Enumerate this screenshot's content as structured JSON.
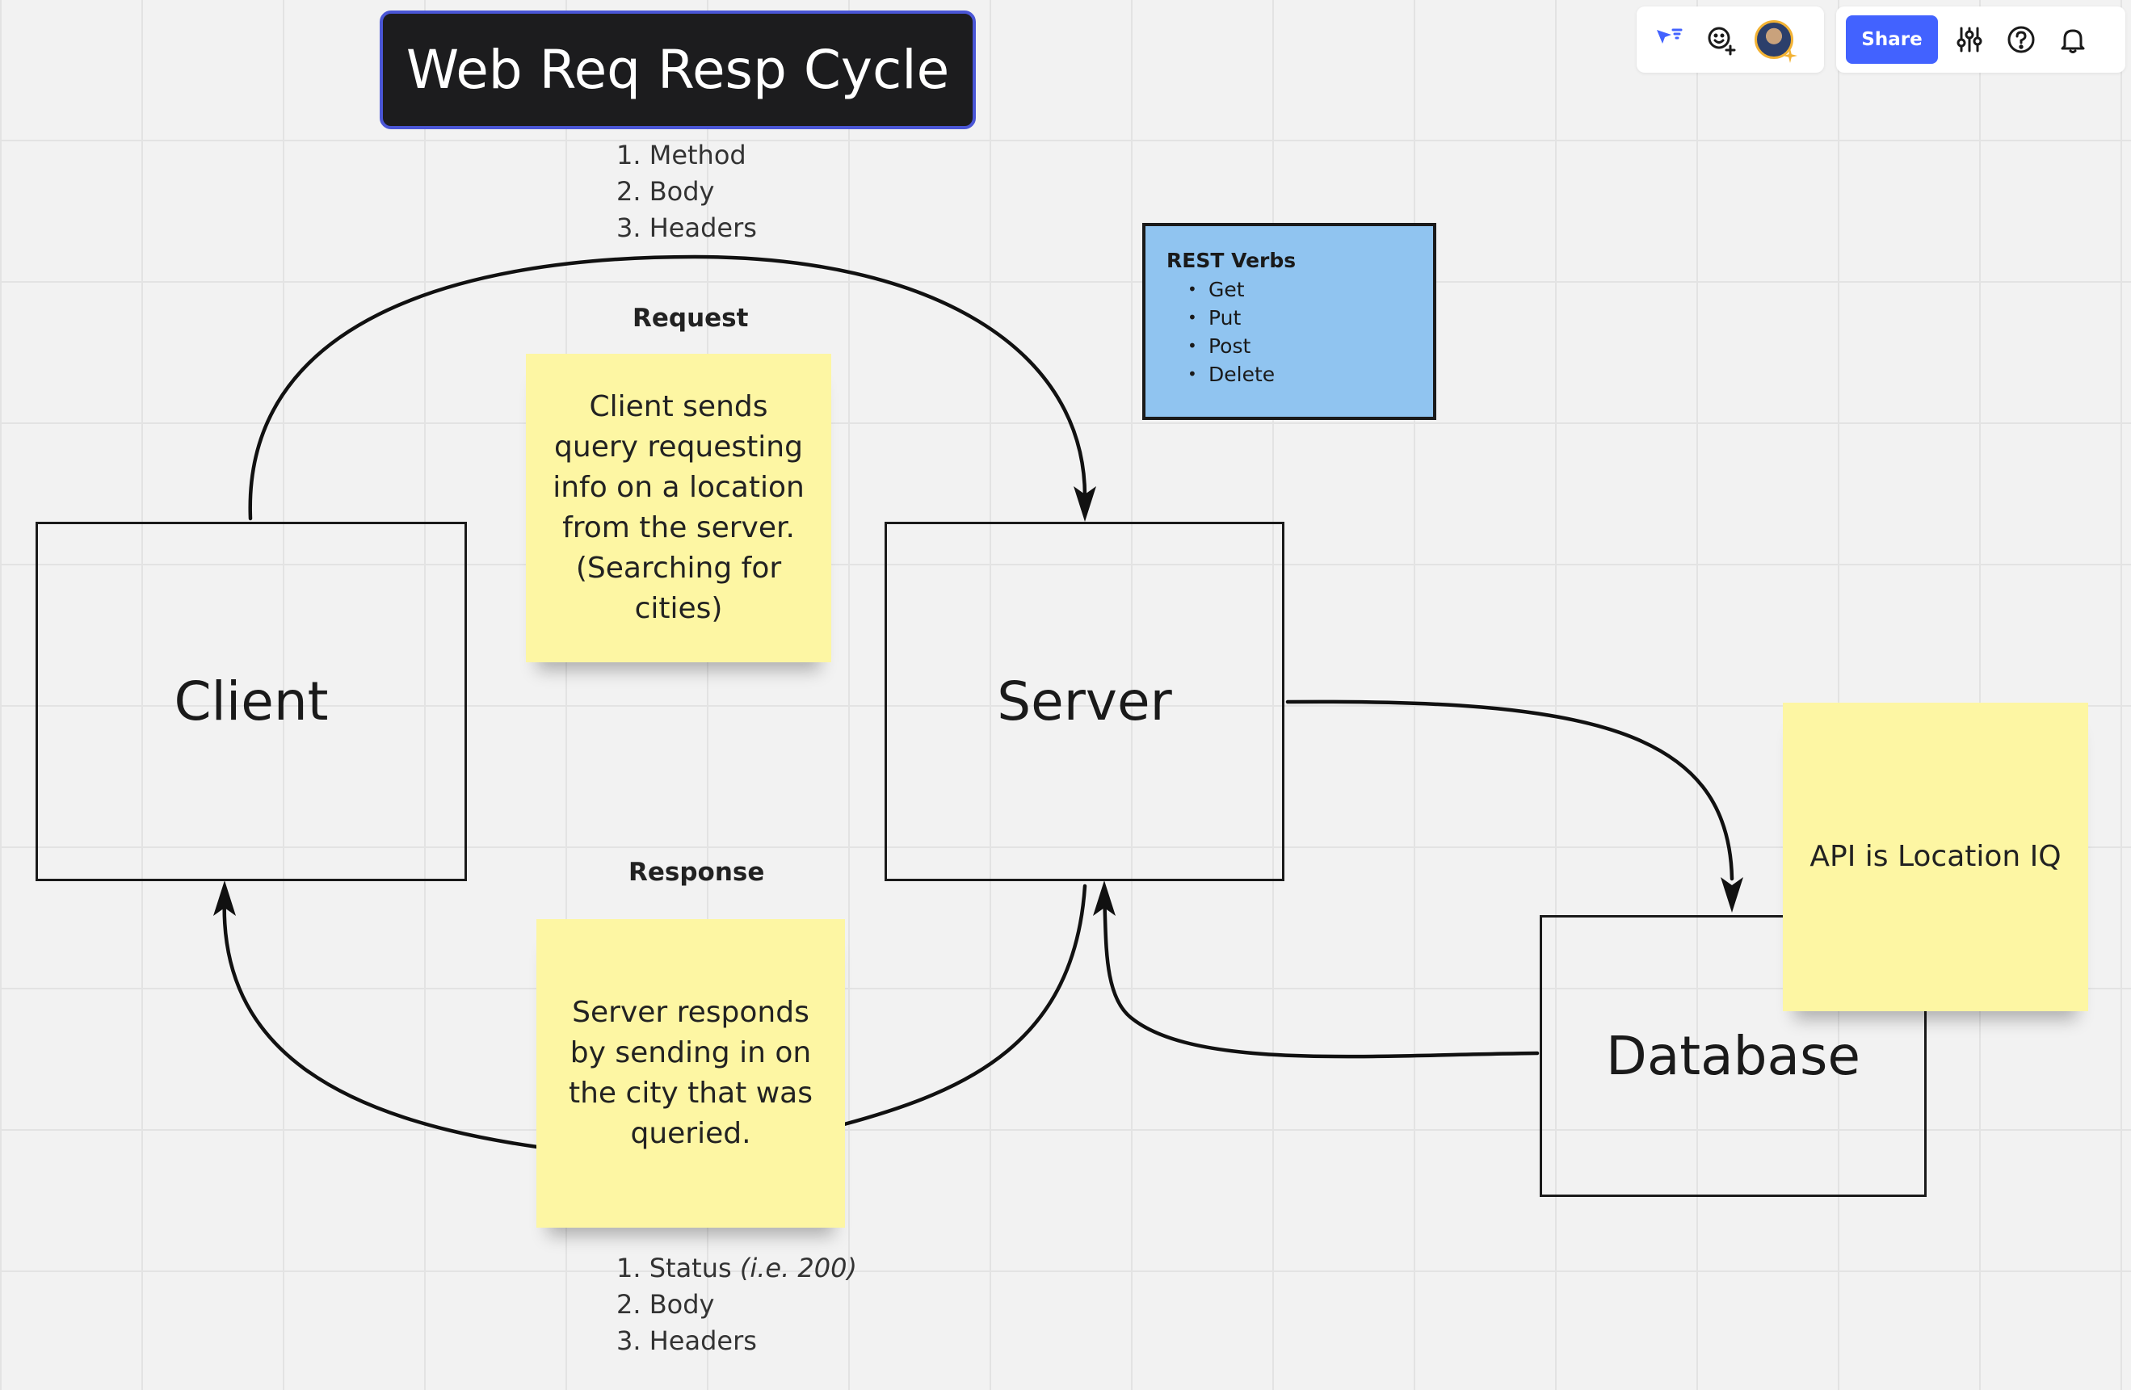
{
  "title": "Web Req Resp Cycle",
  "request": {
    "list": [
      "1. Method",
      "2. Body",
      "3. Headers"
    ],
    "label": "Request",
    "note": [
      "Client sends",
      "query requesting",
      "info on a location",
      "from the server.",
      "(Searching for",
      "cities)"
    ]
  },
  "response": {
    "label": "Response",
    "note": [
      "Server responds",
      "by sending in on",
      "the city that was",
      "queried."
    ],
    "list_status_prefix": "1. Status ",
    "list_status_example": "(i.e.  200)",
    "list_rest": [
      "2. Body",
      "3. Headers"
    ]
  },
  "nodes": {
    "client": "Client",
    "server": "Server",
    "database": "Database"
  },
  "rest_verbs": {
    "heading": "REST Verbs",
    "items": [
      "Get",
      "Put",
      "Post",
      "Delete"
    ]
  },
  "api_note": "API is Location IQ",
  "toolbar": {
    "share_label": "Share",
    "icons": [
      "cursor-filter-icon",
      "add-reaction-icon",
      "avatar",
      "settings-sliders-icon",
      "help-icon",
      "bell-icon"
    ],
    "accent": "#4262ff"
  },
  "colors": {
    "sticky": "#fdf6a3",
    "rest_card": "#90c4f0",
    "title_bg": "#1c1c1e",
    "title_border": "#4a56d6"
  }
}
